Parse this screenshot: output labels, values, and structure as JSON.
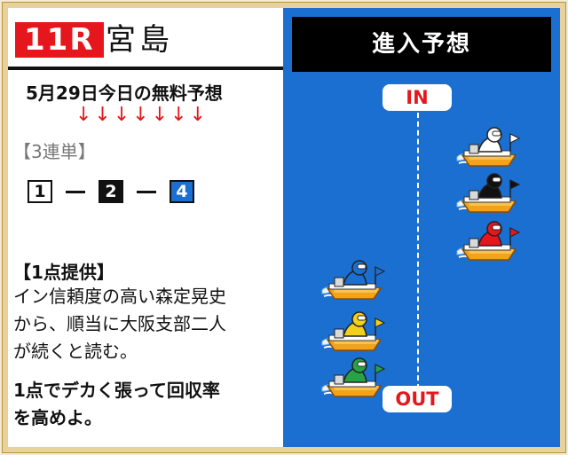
{
  "left": {
    "race_no": "11R",
    "venue": "宮島",
    "free_title": "5月29日今日の無料予想",
    "arrows": "↓↓↓↓↓↓↓",
    "ticket_type": "【3連単】",
    "combo": [
      {
        "num": "1",
        "color": "#ffffff"
      },
      {
        "num": "2",
        "color": "#111111"
      },
      {
        "num": "4",
        "color": "#1a6fd0"
      }
    ],
    "combo_separator": "－",
    "note_title": "【1点提供】",
    "note_lines": [
      "イン信頼度の高い森定晃史",
      "から、順当に大阪支部二人",
      "が続くと読む。"
    ],
    "note_strong_lines": [
      "1点でデカく張って回収率",
      "を高めよ。"
    ]
  },
  "right": {
    "title": "進入予想",
    "in_label": "IN",
    "out_label": "OUT",
    "boats": [
      {
        "lane": 1,
        "color": "#ffffff",
        "icon": "boat-icon"
      },
      {
        "lane": 2,
        "color": "#111111",
        "icon": "boat-icon"
      },
      {
        "lane": 3,
        "color": "#e5171c",
        "icon": "boat-icon"
      },
      {
        "lane": 4,
        "color": "#1a6fd0",
        "icon": "boat-icon"
      },
      {
        "lane": 5,
        "color": "#f3d11a",
        "icon": "boat-icon"
      },
      {
        "lane": 6,
        "color": "#27a245",
        "icon": "boat-icon"
      }
    ]
  },
  "colors": {
    "accent_red": "#e5171c",
    "panel_blue": "#1a6fd0",
    "frame_gold": "#e6d29a"
  }
}
